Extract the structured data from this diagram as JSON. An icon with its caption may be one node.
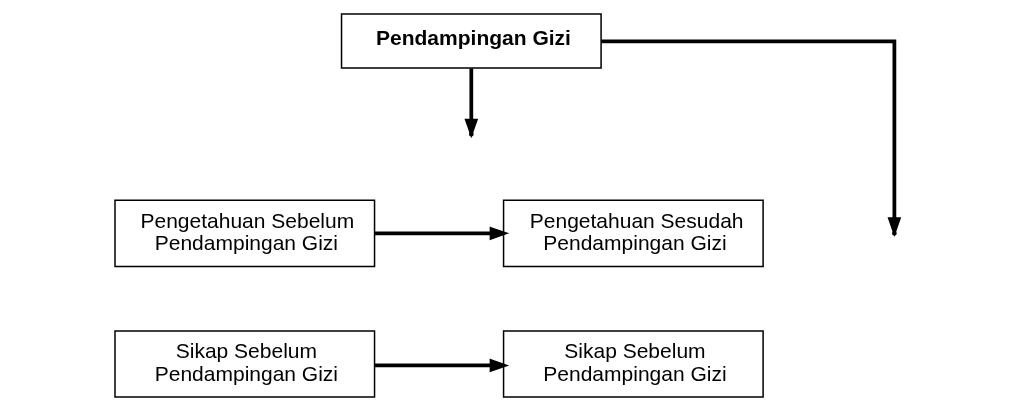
{
  "diagram": {
    "nodes": [
      {
        "text": [
          "Pendampingan Gizi"
        ]
      },
      {
        "text": [
          "Pengetahuan Sebelum Pendampingan Gizi"
        ]
      },
      {
        "text": [
          "Pengetahuan Sesudah Pendampingan Gizi"
        ]
      },
      {
        "text": [
          "Sikap Sebelum Pendampingan Gizi"
        ]
      },
      {
        "text": [
          "Sikap Sebelum Pendampingan Gizi"
        ]
      }
    ],
    "edges": [
      {
        "from": 0,
        "to": null,
        "arrow": "to"
      },
      {
        "from": 0,
        "to": null,
        "arrow": "to"
      },
      {
        "from": 1,
        "to": 2,
        "arrow": "to"
      },
      {
        "from": 3,
        "to": 4,
        "arrow": "to"
      }
    ]
  }
}
